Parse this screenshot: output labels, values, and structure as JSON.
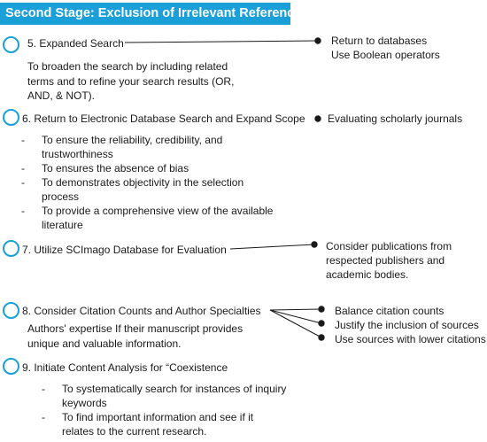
{
  "banner": {
    "title": "Second Stage: Exclusion of Irrelevant References"
  },
  "steps": [
    {
      "label": "5. Expanded Search",
      "description_lines": [
        "To broaden the search by including related",
        "terms and to refine your search results (OR,",
        "AND, & NOT)."
      ],
      "notes": [
        "Return to databases",
        "Use Boolean operators"
      ]
    },
    {
      "label": "6. Return to Electronic Database Search and Expand Scope",
      "bullets": [
        [
          "To ensure the reliability, credibility, and",
          "trustworthiness"
        ],
        [
          "To ensures the absence of bias"
        ],
        [
          "To demonstrates objectivity in the selection",
          "process"
        ],
        [
          "To provide a comprehensive view of the available",
          "literature"
        ]
      ],
      "notes": [
        "Evaluating scholarly journals"
      ]
    },
    {
      "label": "7. Utilize SCImago Database for Evaluation",
      "notes": [
        "Consider publications from",
        "respected publishers and",
        "academic bodies."
      ]
    },
    {
      "label": "8. Consider Citation Counts and Author Specialties",
      "description_lines": [
        "Authors' expertise If their manuscript provides",
        "unique and valuable information."
      ],
      "notes": [
        "Balance citation counts",
        "Justify the inclusion of sources",
        "Use sources with lower citations"
      ]
    },
    {
      "label": "9. Initiate Content Analysis for “Coexistence",
      "bullets": [
        [
          "To systematically search for instances of inquiry",
          "keywords"
        ],
        [
          "To find important information and see if it",
          "relates to the current research."
        ]
      ]
    }
  ],
  "colors": {
    "accent": "#1a9fd8",
    "text": "#1a1a1a",
    "line": "#1a1a1a"
  }
}
